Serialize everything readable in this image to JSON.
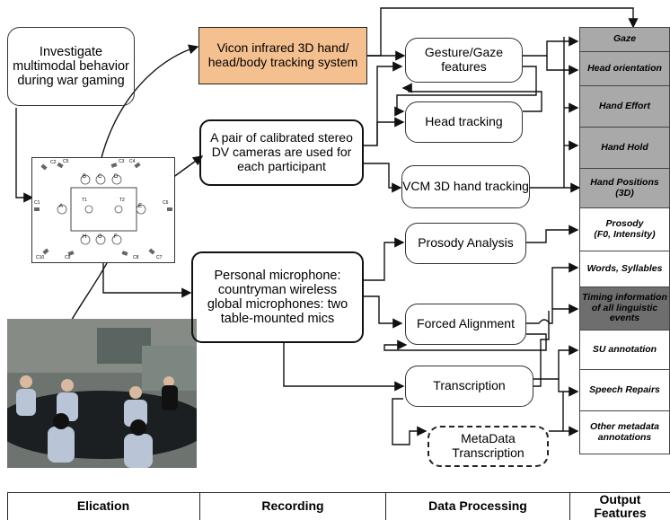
{
  "boxes": {
    "investigate": "Investigate multimodal behavior during war gaming",
    "vicon": "Vicon infrared 3D hand/ head/body tracking system",
    "cameras": "A pair of calibrated stereo DV cameras are used for each participant",
    "microphone": "Personal microphone: countryman wireless global microphones: two table-mounted mics",
    "gesture_gaze": "Gesture/Gaze features",
    "head_tracking": "Head tracking",
    "vcm": "VCM 3D hand tracking",
    "prosody": "Prosody Analysis",
    "forced_alignment": "Forced Alignment",
    "transcription": "Transcription",
    "metadata": "MetaData Transcription"
  },
  "outputs": [
    {
      "label": "Gaze",
      "shade": "grey"
    },
    {
      "label": "Head orientation",
      "shade": "grey"
    },
    {
      "label": "Hand Effort",
      "shade": "grey"
    },
    {
      "label": "Hand Hold",
      "shade": "grey"
    },
    {
      "label": "Hand Positions (3D)",
      "shade": "grey"
    },
    {
      "label": "Prosody\n(F0, Intensity)",
      "shade": "white"
    },
    {
      "label": "Words, Syllables",
      "shade": "white"
    },
    {
      "label": "Timing information\nof all linguistic\nevents",
      "shade": "dark"
    },
    {
      "label": "SU annotation",
      "shade": "white"
    },
    {
      "label": "Speech Repairs",
      "shade": "white"
    },
    {
      "label": "Other metadata\nannotations",
      "shade": "white"
    }
  ],
  "room_layout": {
    "seats_top": [
      "B",
      "C",
      "D"
    ],
    "seats_bottom": [
      "H",
      "G",
      "F"
    ],
    "seat_left": "A",
    "seat_right": "E",
    "table_markers": [
      "T1",
      "T2"
    ],
    "cameras": [
      "C1",
      "C2",
      "C3",
      "C4",
      "C5",
      "C6",
      "C7",
      "C8",
      "C9",
      "C10"
    ]
  },
  "stages": [
    "Elication",
    "Recording",
    "Data Processing",
    "Output\nFeatures"
  ],
  "colors": {
    "vicon_fill": "#f5c08f",
    "output_grey": "#a9a9a9",
    "output_dark": "#6e6e6e"
  }
}
